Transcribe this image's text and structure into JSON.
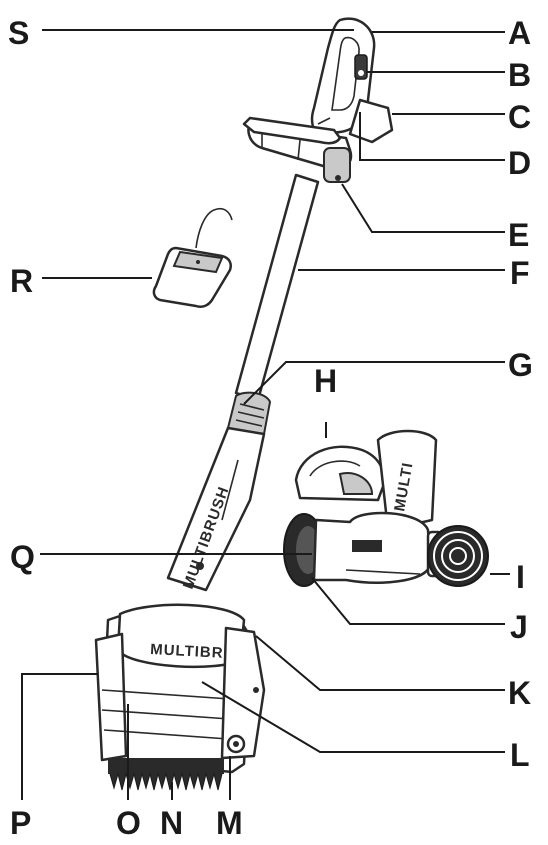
{
  "diagram": {
    "brand_text": "MULTIBRUSH",
    "brand_text_short": "MULTI",
    "labels": [
      {
        "id": "S",
        "text": "S"
      },
      {
        "id": "A",
        "text": "A"
      },
      {
        "id": "B",
        "text": "B"
      },
      {
        "id": "C",
        "text": "C"
      },
      {
        "id": "D",
        "text": "D"
      },
      {
        "id": "E",
        "text": "E"
      },
      {
        "id": "F",
        "text": "F"
      },
      {
        "id": "R",
        "text": "R"
      },
      {
        "id": "G",
        "text": "G"
      },
      {
        "id": "H",
        "text": "H"
      },
      {
        "id": "Q",
        "text": "Q"
      },
      {
        "id": "I",
        "text": "I"
      },
      {
        "id": "J",
        "text": "J"
      },
      {
        "id": "K",
        "text": "K"
      },
      {
        "id": "P",
        "text": "P"
      },
      {
        "id": "L",
        "text": "L"
      },
      {
        "id": "O",
        "text": "O"
      },
      {
        "id": "N",
        "text": "N"
      },
      {
        "id": "M",
        "text": "M"
      }
    ]
  }
}
